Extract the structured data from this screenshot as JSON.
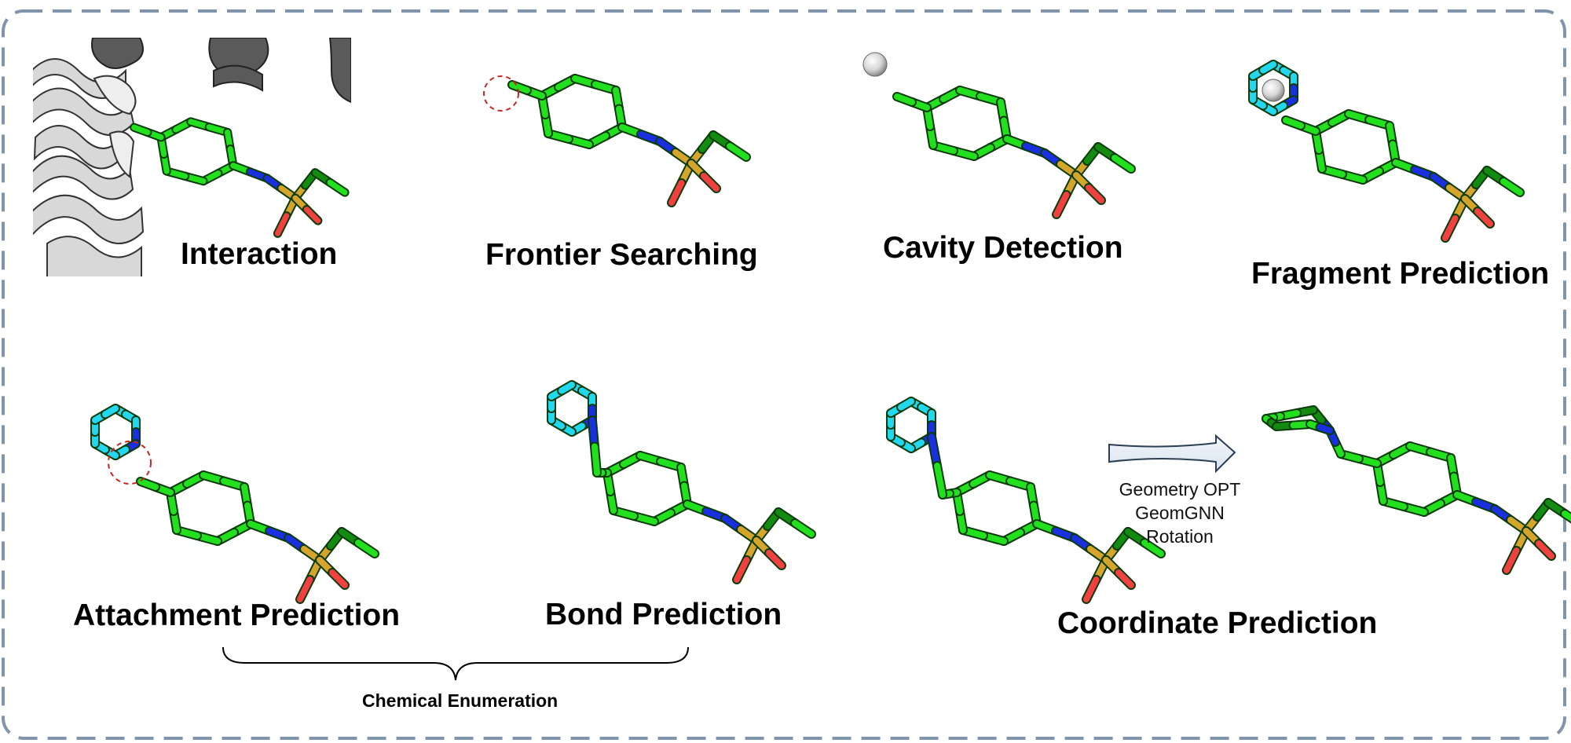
{
  "steps": {
    "interaction": "Interaction",
    "frontier": "Frontier Searching",
    "cavity": "Cavity Detection",
    "fragment": "Fragment Prediction",
    "attachment": "Attachment Prediction",
    "bond": "Bond Prediction",
    "coordinate": "Coordinate Prediction"
  },
  "group_label": "Chemical Enumeration",
  "arrow_notes": [
    "Geometry OPT",
    "GeomGNN",
    "Rotation"
  ],
  "colors": {
    "carbon": "#22e01e",
    "carbon_dark": "#138a10",
    "nitrogen": "#1a2fe0",
    "sulfur": "#d4a52a",
    "oxygen": "#f04040",
    "fragment": "#22d8ee",
    "border": "#8094ac",
    "highlight_circle": "#cc2222"
  }
}
